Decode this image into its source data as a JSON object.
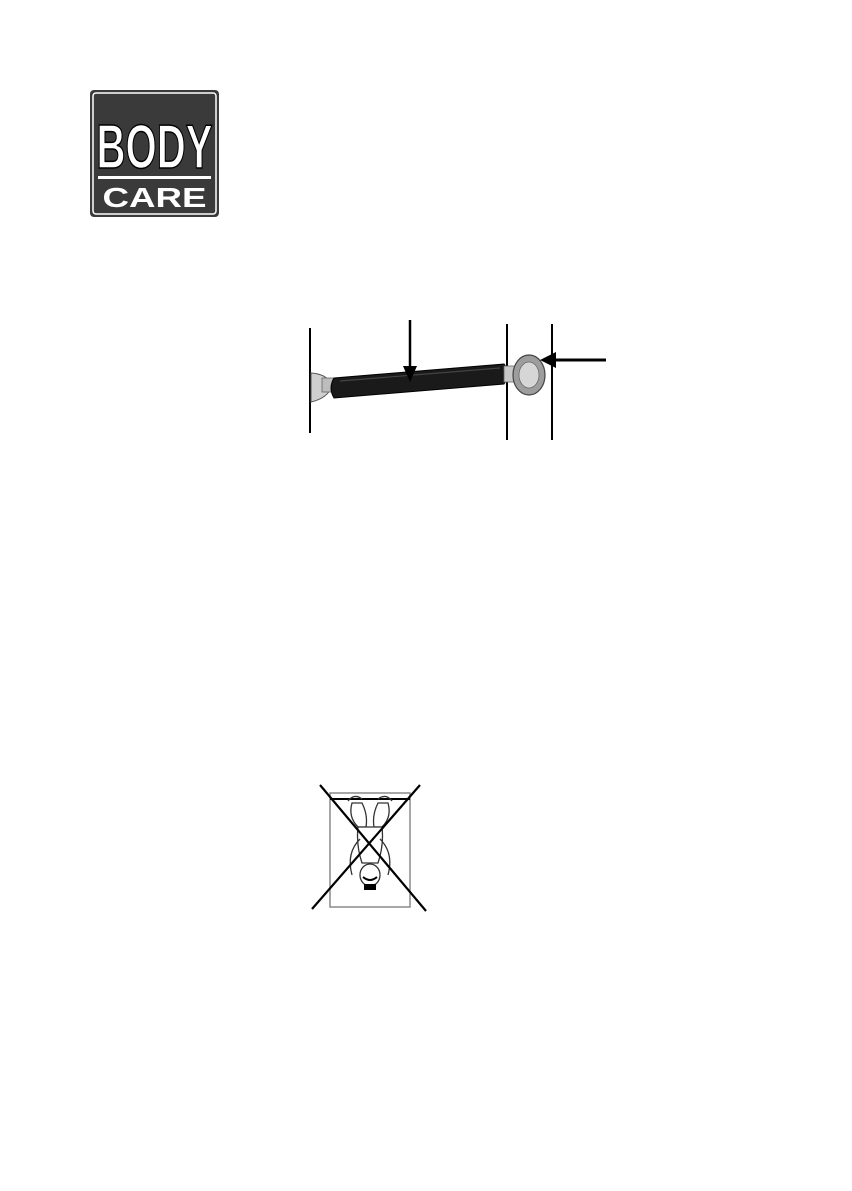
{
  "logo": {
    "text_top": "BODY",
    "text_bottom": "CARE",
    "icon": "bodycare-logo"
  },
  "figures": {
    "bar": {
      "icon": "doorway-pull-up-bar-illustration"
    },
    "warning": {
      "icon": "crossed-out-inverted-hanging-illustration"
    }
  },
  "colors": {
    "ink": "#000000",
    "logo_frame": "#3a3a3a",
    "logo_text": "#ffffff",
    "bar_grip": "#1a1a1a",
    "metal": "#bdbdbd",
    "figure_gray": "#8a8a8a"
  }
}
